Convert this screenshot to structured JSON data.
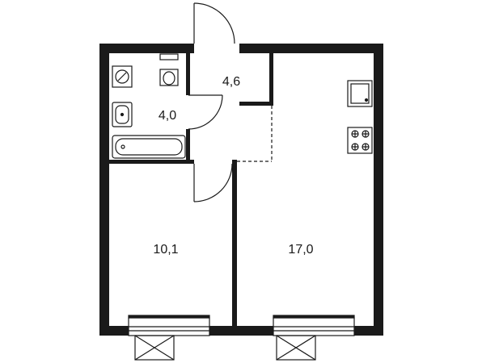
{
  "rooms": [
    {
      "id": "bathroom",
      "area": "4,0"
    },
    {
      "id": "hallway",
      "area": "4,6"
    },
    {
      "id": "bedroom",
      "area": "10,1"
    },
    {
      "id": "living-kitchen",
      "area": "17,0"
    }
  ],
  "colors": {
    "wall": "#1a1a1a",
    "fixture": "#1a1a1a",
    "background": "#ffffff"
  }
}
